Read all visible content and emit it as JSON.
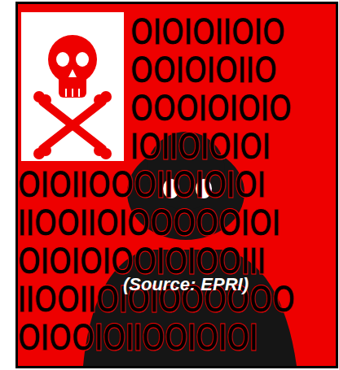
{
  "diagram": {
    "labels": [
      "OIOIOIIOIO",
      "OOIOIOIIO",
      "OOOIOIOIO",
      "IOIIOIOIOI",
      "OIOIIOOOIIOIOIOI",
      "IIOOIIOIOOOOOIOI",
      "OIOIOIOOIOIOOIII",
      "IIOOIIOIOIOOOOOO",
      "OIOOIOIIOOIOIOI",
      "(Source: EPRI)"
    ]
  }
}
